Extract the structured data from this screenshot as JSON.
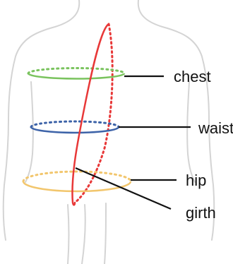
{
  "labels": {
    "chest": "chest",
    "waist": "waist",
    "hip": "hip",
    "girth": "girth"
  },
  "colors": {
    "chest": "#7ac35e",
    "waist": "#3d63a8",
    "hip": "#f2c66d",
    "girth": "#e83838",
    "silhouette": "#d4d4d4",
    "leader": "#111111"
  }
}
